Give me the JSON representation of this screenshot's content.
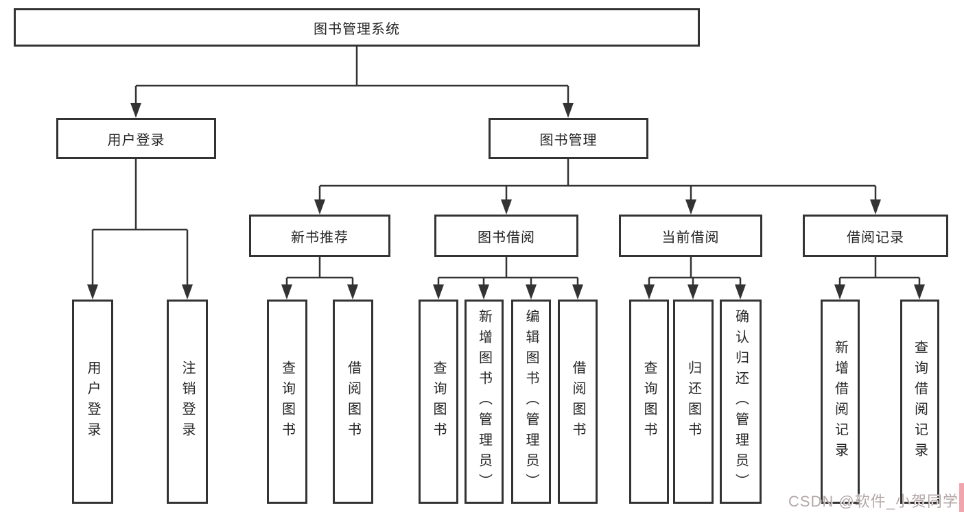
{
  "diagram": {
    "root": "图书管理系统",
    "branches": {
      "user_login": "用户登录",
      "book_mgmt": "图书管理"
    },
    "modules": {
      "new_book": "新书推荐",
      "book_borrow": "图书借阅",
      "current_borrow": "当前借阅",
      "borrow_record": "借阅记录"
    },
    "leaves": {
      "user_login_1": "用户登录",
      "user_login_2": "注销登录",
      "new_book_1": "查询图书",
      "new_book_2": "借阅图书",
      "book_borrow_1": "查询图书",
      "book_borrow_2": "新增图书（管理员）",
      "book_borrow_3": "编辑图书（管理员）",
      "book_borrow_4": "借阅图书",
      "current_1": "查询图书",
      "current_2": "归还图书",
      "current_3": "确认归还（管理员）",
      "record_1": "新增借阅记录",
      "record_2": "查询借阅记录"
    }
  },
  "watermark": "CSDN @软件_小贺同学",
  "colors": {
    "line": "#333333",
    "text": "#262626",
    "watermark_text": "#b4a7a7",
    "watermark_strip": "#f2a4ac"
  }
}
